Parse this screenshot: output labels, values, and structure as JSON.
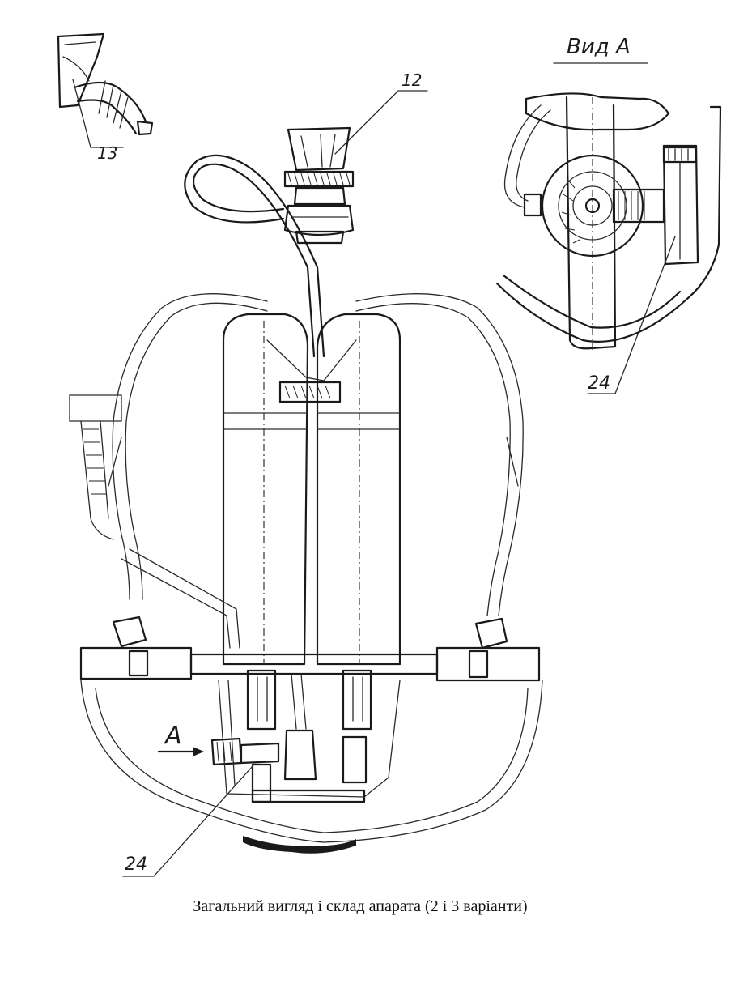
{
  "figure": {
    "caption": "Загальний вигляд і склад апарата (2 і 3 варіанти)",
    "view_title": "Вид А",
    "view_arrow_label": "A",
    "callouts": {
      "mask": "13",
      "regulator": "12",
      "valve_detail": "24",
      "valve_main": "24"
    }
  }
}
